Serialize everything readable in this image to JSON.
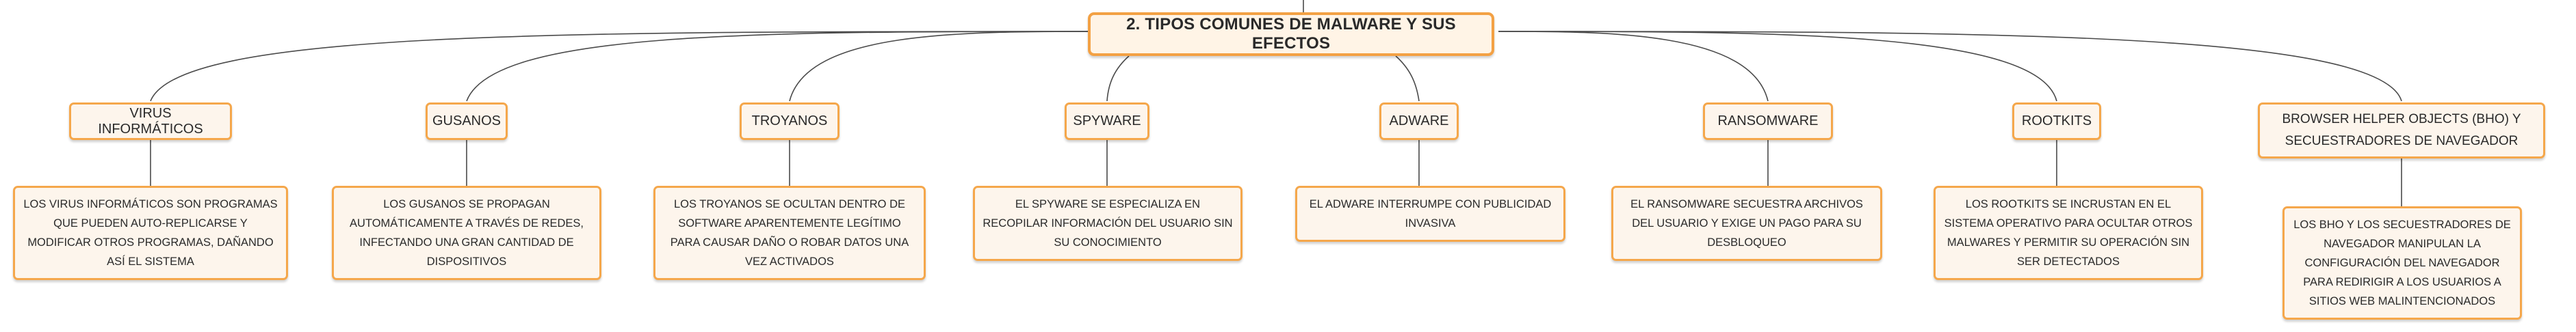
{
  "root": {
    "label": "2. TIPOS COMUNES DE MALWARE Y SUS EFECTOS"
  },
  "branches": [
    {
      "title": "VIRUS INFORMÁTICOS",
      "description": "LOS VIRUS INFORMÁTICOS SON PROGRAMAS QUE PUEDEN AUTO-REPLICARSE Y MODIFICAR OTROS PROGRAMAS, DAÑANDO ASÍ EL SISTEMA"
    },
    {
      "title": "GUSANOS",
      "description": "LOS GUSANOS SE PROPAGAN AUTOMÁTICAMENTE A TRAVÉS DE REDES, INFECTANDO UNA GRAN CANTIDAD DE DISPOSITIVOS"
    },
    {
      "title": "TROYANOS",
      "description": "LOS TROYANOS SE OCULTAN DENTRO DE SOFTWARE APARENTEMENTE LEGÍTIMO PARA CAUSAR DAÑO O ROBAR DATOS UNA VEZ ACTIVADOS"
    },
    {
      "title": "SPYWARE",
      "description": "EL SPYWARE SE ESPECIALIZA EN RECOPILAR INFORMACIÓN DEL USUARIO SIN SU CONOCIMIENTO"
    },
    {
      "title": "ADWARE",
      "description": "EL ADWARE INTERRUMPE CON PUBLICIDAD INVASIVA"
    },
    {
      "title": "RANSOMWARE",
      "description": "EL RANSOMWARE SECUESTRA ARCHIVOS DEL USUARIO Y EXIGE UN PAGO PARA SU DESBLOQUEO"
    },
    {
      "title": "ROOTKITS",
      "description": "LOS ROOTKITS SE INCRUSTAN EN EL SISTEMA OPERATIVO PARA OCULTAR OTROS MALWARES Y PERMITIR SU OPERACIÓN SIN SER DETECTADOS"
    },
    {
      "title": "BROWSER HELPER OBJECTS (BHO) Y SECUESTRADORES DE NAVEGADOR",
      "description": "LOS BHO Y LOS SECUESTRADORES DE NAVEGADOR MANIPULAN LA CONFIGURACIÓN DEL NAVEGADOR PARA REDIRIGIR A LOS USUARIOS A SITIOS WEB MALINTENCIONADOS"
    }
  ],
  "colors": {
    "border": "#f5a74b",
    "fill": "#fdf5ec",
    "connector": "#4a4a4a",
    "text": "#2a2a2a"
  }
}
